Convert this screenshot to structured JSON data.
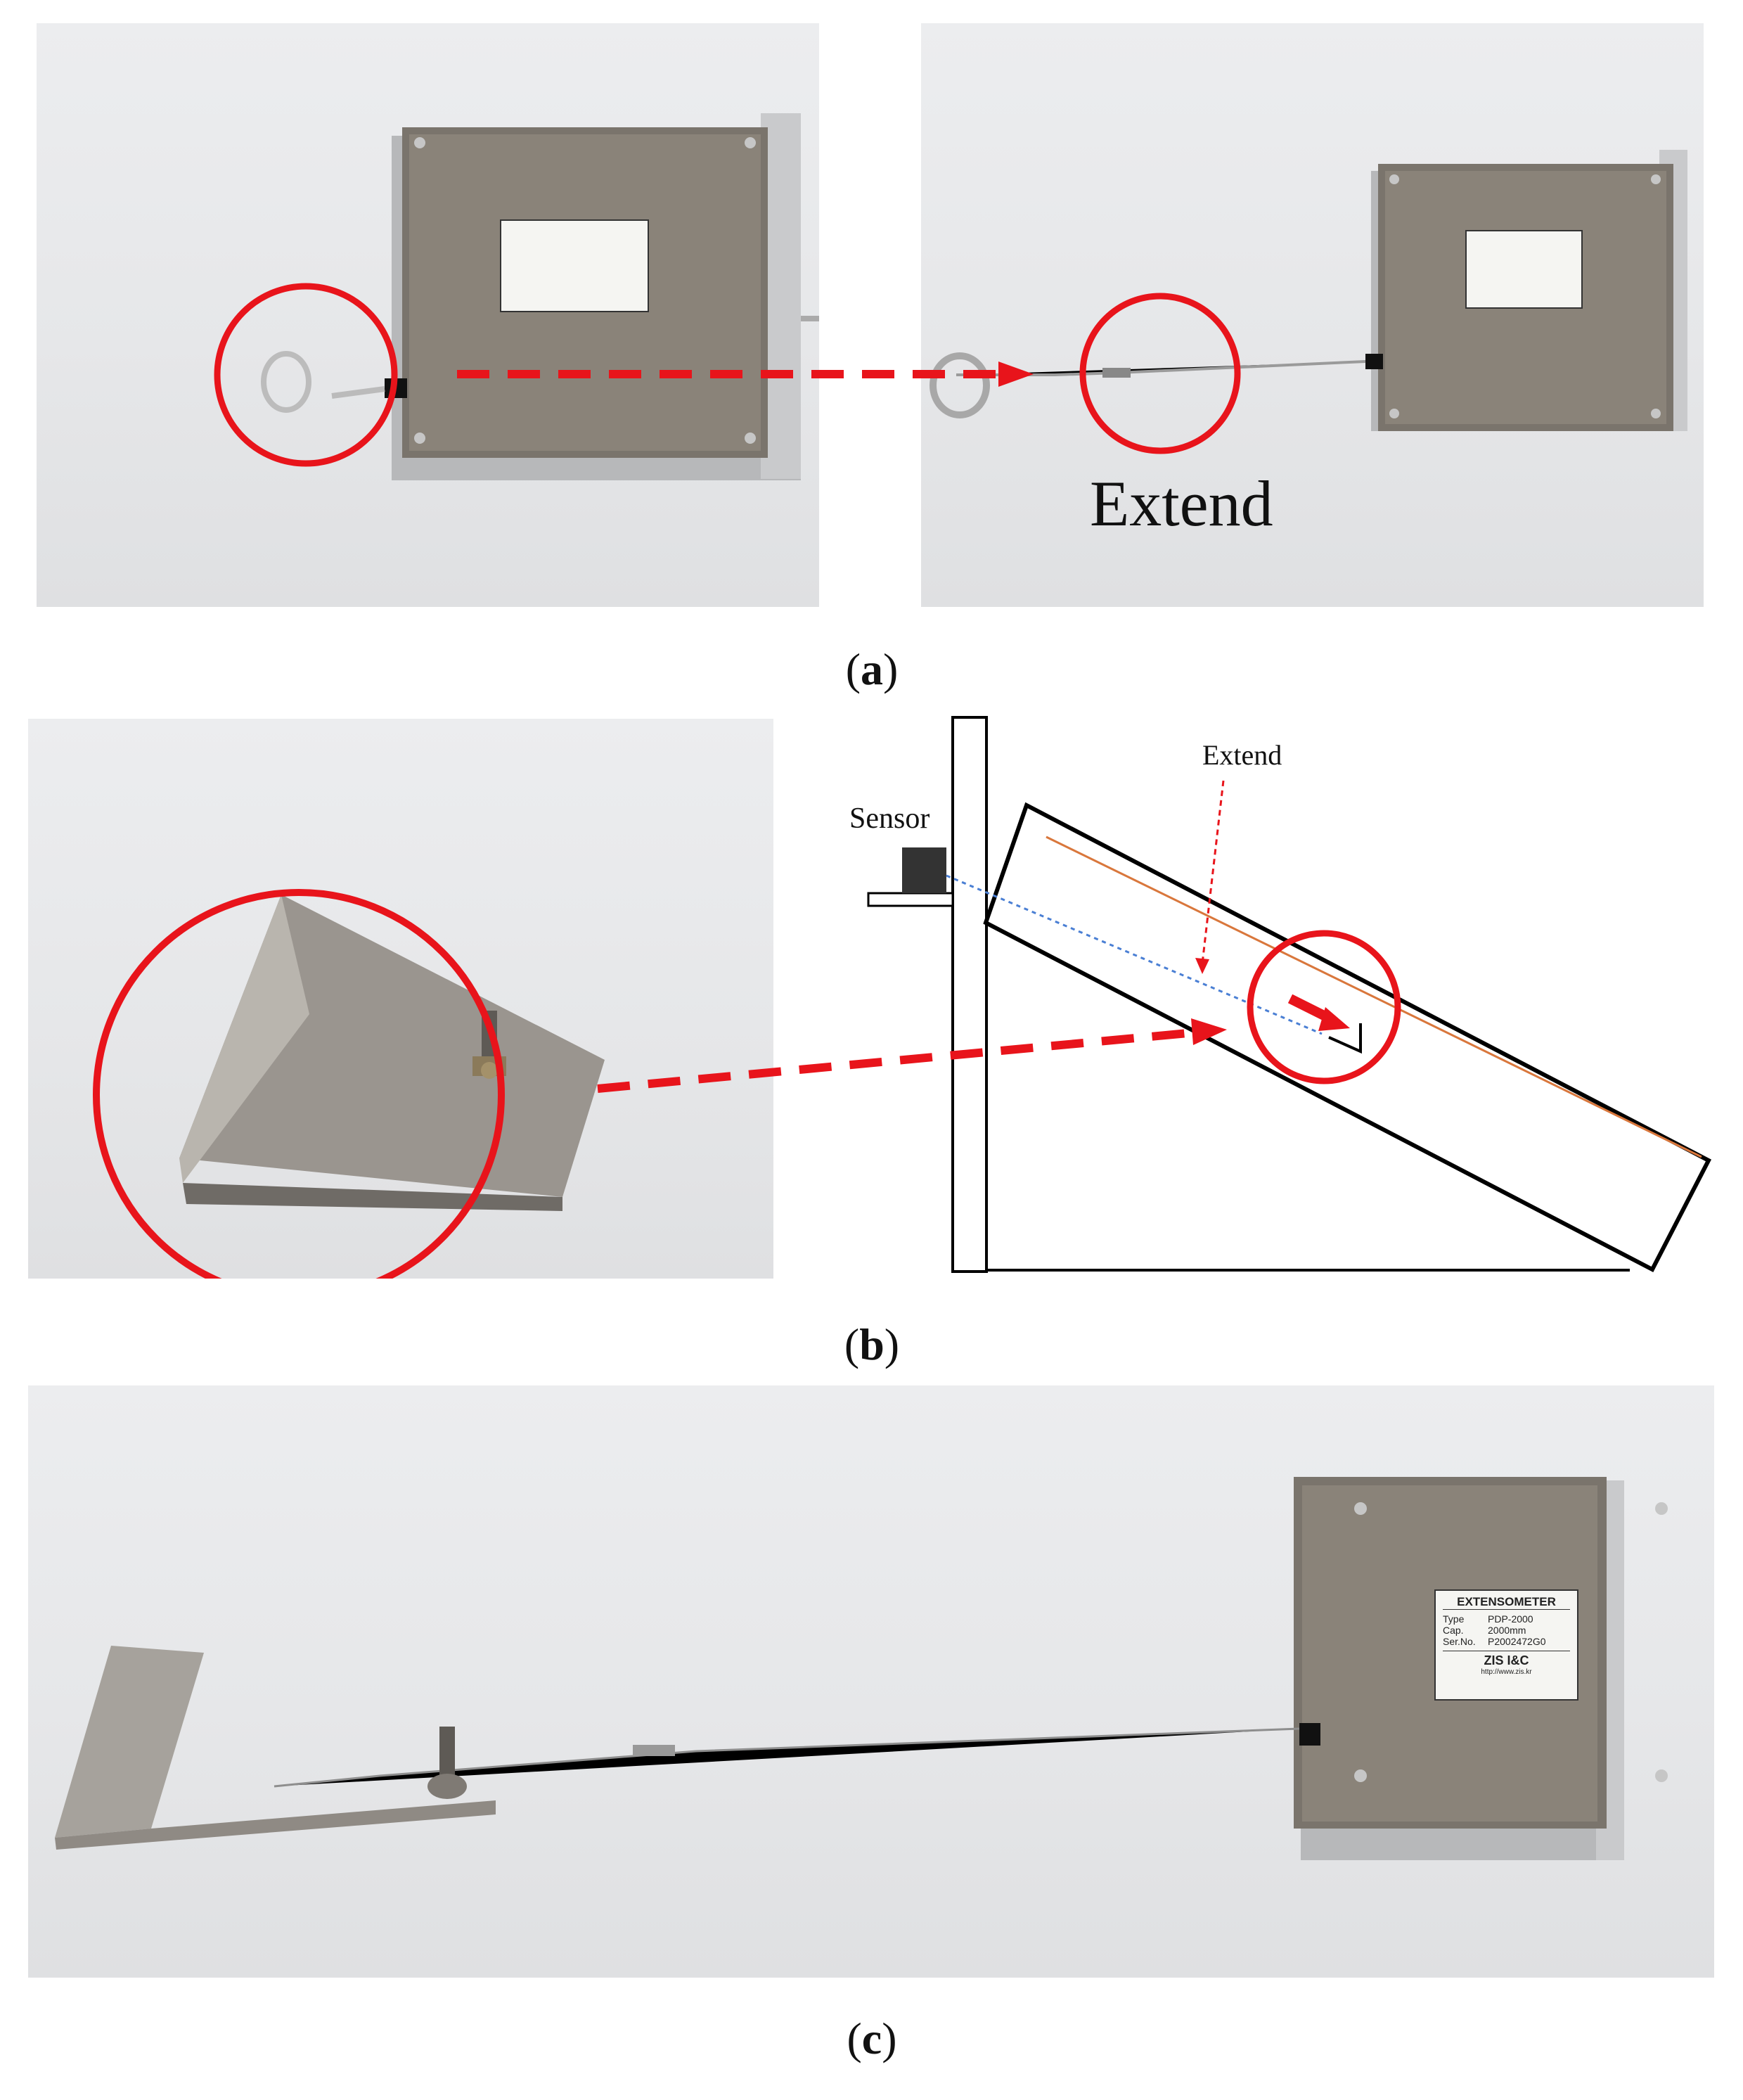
{
  "panels": {
    "a": {
      "caption_open": "(",
      "caption_letter": "a",
      "caption_close": ")",
      "extend_label": "Extend"
    },
    "b": {
      "caption_open": "(",
      "caption_letter": "b",
      "caption_close": ")",
      "sensor_label": "Sensor",
      "extend_label": "Extend"
    },
    "c": {
      "caption_open": "(",
      "caption_letter": "c",
      "caption_close": ")"
    }
  },
  "device_label": {
    "title": "EXTENSOMETER",
    "type_label": "Type",
    "type_value": "PDP-2000",
    "cap_label": "Cap.",
    "cap_value": "2000mm",
    "ser_label": "Ser.No.",
    "ser_value": "P2002472G0",
    "brand": "ZIS I&C",
    "url": "http://www.zis.kr"
  },
  "colors": {
    "highlight_red": "#e8141b",
    "orange_line": "#d9773c",
    "blue_dotted": "#4a7fd4",
    "steel": "#8e8880"
  }
}
